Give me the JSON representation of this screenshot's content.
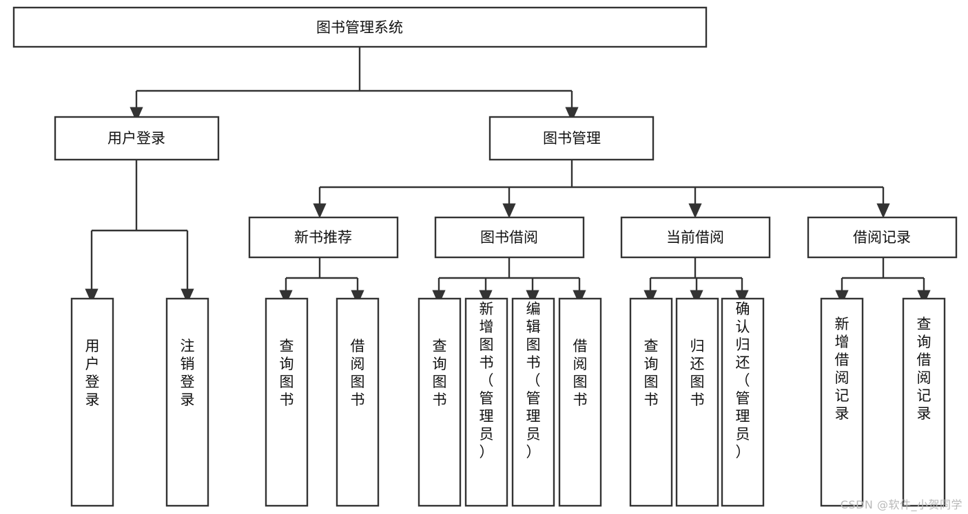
{
  "diagram": {
    "title": "图书管理系统",
    "type": "hierarchy-tree",
    "root": {
      "id": "root",
      "label": "图书管理系统",
      "orientation": "horizontal"
    },
    "level2": [
      {
        "id": "user-login",
        "label": "用户登录",
        "orientation": "horizontal"
      },
      {
        "id": "book-management",
        "label": "图书管理",
        "orientation": "horizontal"
      }
    ],
    "level3": [
      {
        "id": "new-book-recommend",
        "label": "新书推荐",
        "orientation": "horizontal",
        "parent": "book-management"
      },
      {
        "id": "book-borrow",
        "label": "图书借阅",
        "orientation": "horizontal",
        "parent": "book-management"
      },
      {
        "id": "current-borrow",
        "label": "当前借阅",
        "orientation": "horizontal",
        "parent": "book-management"
      },
      {
        "id": "borrow-record",
        "label": "借阅记录",
        "orientation": "horizontal",
        "parent": "book-management"
      }
    ],
    "leaves": [
      {
        "id": "leaf-user-login",
        "label": "用户登录",
        "orientation": "vertical",
        "parent": "user-login"
      },
      {
        "id": "leaf-logout-login",
        "label": "注销登录",
        "orientation": "vertical",
        "parent": "user-login"
      },
      {
        "id": "leaf-query-book-1",
        "label": "查询图书",
        "orientation": "vertical",
        "parent": "new-book-recommend"
      },
      {
        "id": "leaf-borrow-book-1",
        "label": "借阅图书",
        "orientation": "vertical",
        "parent": "new-book-recommend"
      },
      {
        "id": "leaf-query-book-2",
        "label": "查询图书",
        "orientation": "vertical",
        "parent": "book-borrow"
      },
      {
        "id": "leaf-add-book",
        "label": "新增图书（管理员）",
        "orientation": "vertical",
        "parent": "book-borrow"
      },
      {
        "id": "leaf-edit-book",
        "label": "编辑图书（管理员）",
        "orientation": "vertical",
        "parent": "book-borrow"
      },
      {
        "id": "leaf-borrow-book-2",
        "label": "借阅图书",
        "orientation": "vertical",
        "parent": "book-borrow"
      },
      {
        "id": "leaf-query-book-3",
        "label": "查询图书",
        "orientation": "vertical",
        "parent": "current-borrow"
      },
      {
        "id": "leaf-return-book",
        "label": "归还图书",
        "orientation": "vertical",
        "parent": "current-borrow"
      },
      {
        "id": "leaf-confirm-return",
        "label": "确认归还（管理员）",
        "orientation": "vertical",
        "parent": "current-borrow"
      },
      {
        "id": "leaf-add-record",
        "label": "新增借阅记录",
        "orientation": "vertical",
        "parent": "borrow-record"
      },
      {
        "id": "leaf-query-record",
        "label": "查询借阅记录",
        "orientation": "vertical",
        "parent": "borrow-record"
      }
    ],
    "colors": {
      "stroke": "#333333",
      "fill": "#ffffff",
      "text": "#111111",
      "watermark": "#b9b9b9"
    }
  },
  "watermark": {
    "text": "CSDN @软件_小贺同学"
  }
}
